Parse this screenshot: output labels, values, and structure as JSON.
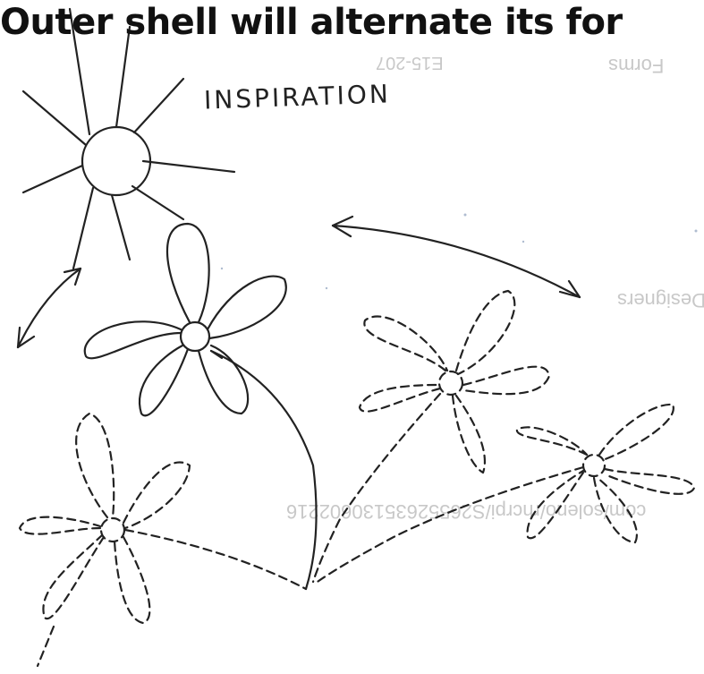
{
  "headline": "Outer shell will alternate its for",
  "sketch_label": "INSPIRATION",
  "ghost_text": {
    "forms": "Forms",
    "code": "E15-207",
    "designers": "Designers",
    "url": "com/soleno/rhcrpi/S26552635130602216"
  },
  "ink_color": "#222222",
  "paper_color": "#ffffff"
}
